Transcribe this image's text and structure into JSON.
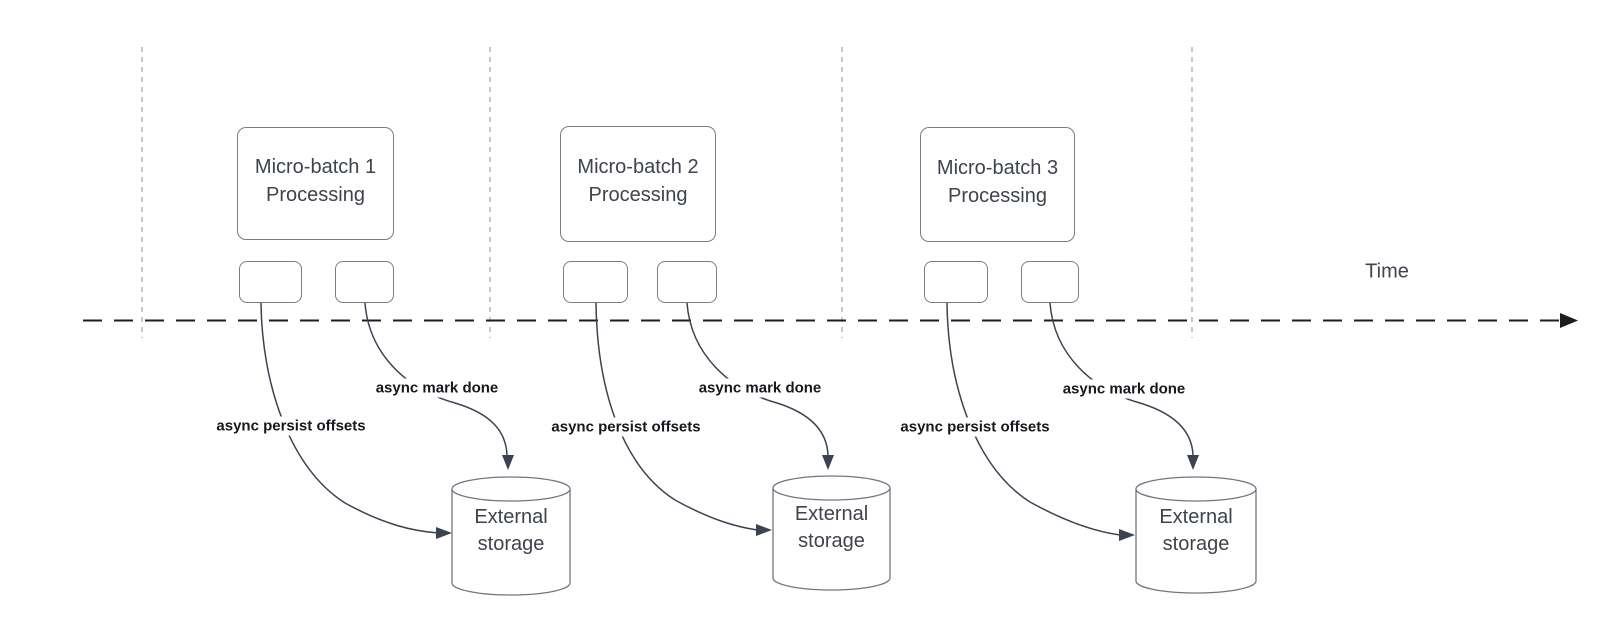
{
  "diagram": {
    "time_axis_label": "Time",
    "batches": [
      {
        "processing_label": "Micro-batch 1\nProcessing",
        "persist_offsets_label": "async persist offsets",
        "mark_done_label": "async mark done",
        "storage_label": "External\nstorage"
      },
      {
        "processing_label": "Micro-batch 2\nProcessing",
        "persist_offsets_label": "async persist offsets",
        "mark_done_label": "async mark done",
        "storage_label": "External\nstorage"
      },
      {
        "processing_label": "Micro-batch 3\nProcessing",
        "persist_offsets_label": "async persist offsets",
        "mark_done_label": "async mark done",
        "storage_label": "External\nstorage"
      }
    ],
    "colors": {
      "background": "#ffffff",
      "node_border": "#767d87",
      "node_text": "#3e434c",
      "edge": "#3c4250",
      "axis": "#1a1d21",
      "gridline": "#b5b7bb",
      "edge_label_text": "#16181d"
    }
  }
}
